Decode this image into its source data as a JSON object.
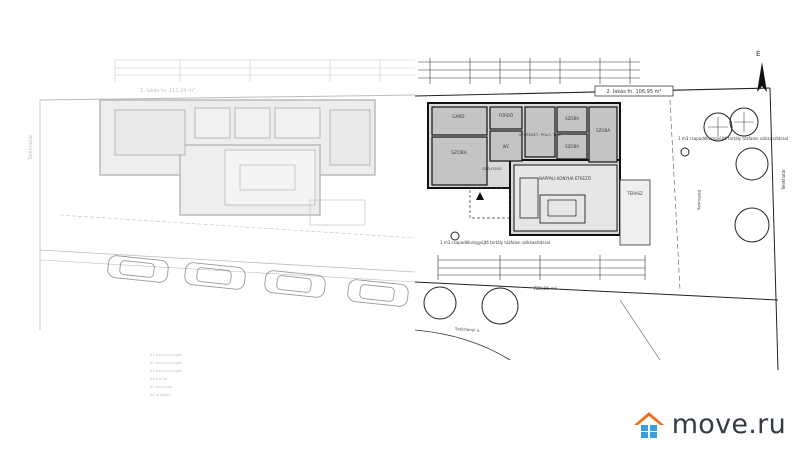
{
  "north_label": "É",
  "area_label": "2. lakás fn. 106,95 m²",
  "area_label_left": "1. lakás fn. 111,24 m²",
  "lot_area": "728,86 m²",
  "rooms": {
    "garderobe": "GARD.",
    "room1": "SZOBA",
    "room2": "SZOBA",
    "room3": "SZOBA",
    "room4": "SZOBA",
    "bath": "FÜRDŐ",
    "wc": "WC",
    "kitchen": "NAPPALI-KONYHA ÉTKEZŐ",
    "hall": "SZÉLFOGÓ",
    "kamra": "GÉPÉSZET, POLC, TÁR.",
    "terrace": "TERASZ"
  },
  "notes": {
    "tree_note_right": "1 m3 csapadékvízgyűjtő tartály tűzfalon szikkasztással",
    "tree_note_left": "1 m3 csapadékvízgyűjtő tartály tűzfalon szikkasztással",
    "street_label": "Széchenyi u.",
    "neighbor_label": "Szomszéd",
    "side_label_right": "Telekhatár",
    "side_label_left": "Telekhatár"
  },
  "legend": [
    "01 jelű helyiségek",
    "02 jelű helyiségek",
    "03 jelű helyiségek",
    "04 jelű fal",
    "05 bontandó",
    "06 új építés"
  ],
  "brand": {
    "name": "move.ru",
    "accent": "#f36f21",
    "accent2": "#3aa0d8",
    "text_color": "#333b47"
  }
}
